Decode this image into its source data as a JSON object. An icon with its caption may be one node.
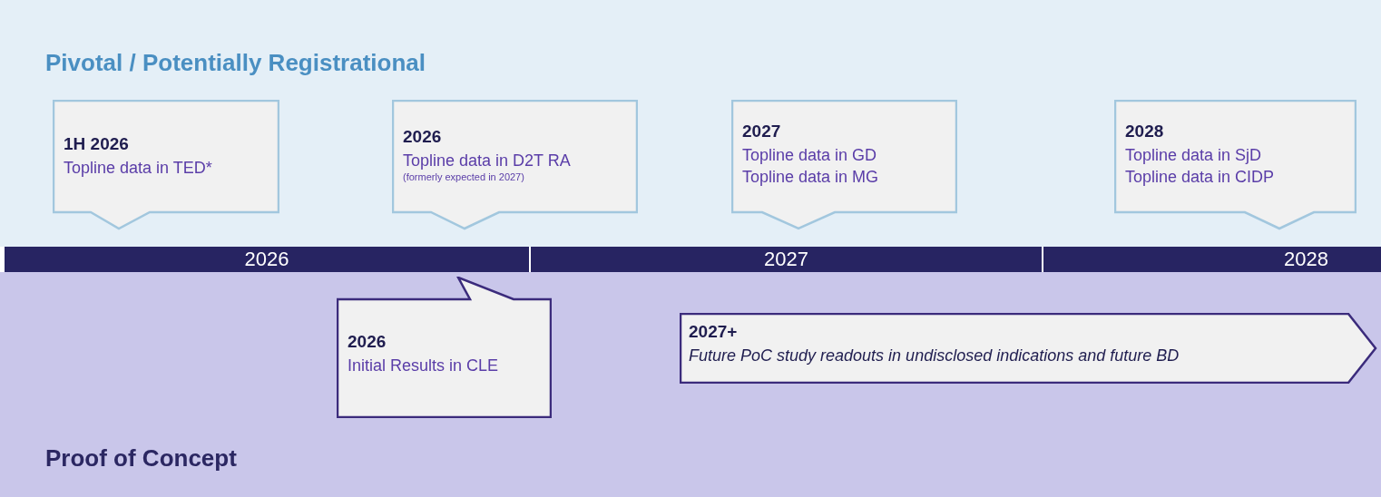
{
  "diagram": {
    "nodes": [
      {
        "text": [
          "Pivotal / Potentially Registrational"
        ]
      },
      {
        "text": [
          "1H 2026",
          "Topline data in TED*"
        ],
        "in": 0
      },
      {
        "text": [
          "2026",
          "Topline data in D2T RA",
          "(formerly expected in 2027)"
        ],
        "in": 0
      },
      {
        "text": [
          "2027",
          "Topline data in GD",
          "Topline data in MG"
        ],
        "in": 0
      },
      {
        "text": [
          "2028",
          "Topline data in SjD",
          "Topline data in CIDP"
        ],
        "in": 0
      },
      {
        "text": [
          "2026"
        ]
      },
      {
        "text": [
          "2027"
        ]
      },
      {
        "text": [
          "2028"
        ]
      },
      {
        "text": [
          "Proof of Concept"
        ]
      },
      {
        "text": [
          "2026",
          "Initial Results in CLE"
        ],
        "in": 8
      },
      {
        "text": [
          "2027+",
          "Future PoC study readouts in undisclosed indications and future BD"
        ],
        "in": 8
      }
    ]
  }
}
